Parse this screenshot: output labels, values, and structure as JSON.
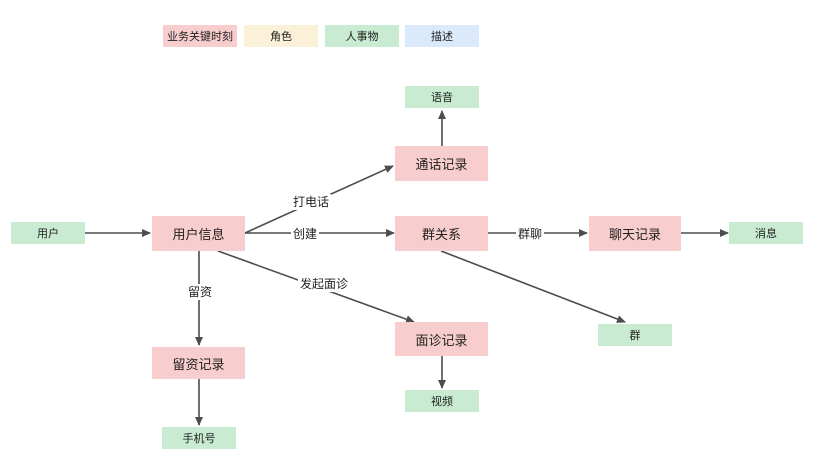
{
  "colors": {
    "key": "#f8cdcd",
    "role": "#fbf1d8",
    "entity": "#c8ebd2",
    "desc": "#dbeafb",
    "arrow": "#4d4d4d"
  },
  "legend": {
    "key": "业务关键时刻",
    "role": "角色",
    "entity": "人事物",
    "desc": "描述"
  },
  "nodes": {
    "user": "用户",
    "user_info": "用户信息",
    "call_record": "通话记录",
    "voice": "语音",
    "group_relation": "群关系",
    "chat_record": "聊天记录",
    "message": "消息",
    "group": "群",
    "consult_record": "面诊记录",
    "video": "视频",
    "retain_record": "留资记录",
    "phone": "手机号"
  },
  "edges": {
    "call": "打电话",
    "create": "创建",
    "group_chat": "群聊",
    "start_consult": "发起面诊",
    "retain": "留资"
  }
}
